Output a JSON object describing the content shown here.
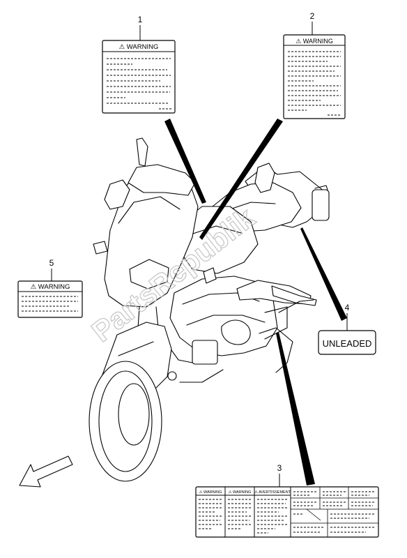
{
  "callouts": {
    "c1": "1",
    "c2": "2",
    "c3": "3",
    "c4": "4",
    "c5": "5"
  },
  "labels": {
    "warning_1": "⚠ WARNING",
    "warning_2": "⚠ WARNING",
    "warning_5": "⚠ WARNING",
    "unleaded": "UNLEADED",
    "label3_warning_1": "⚠ WARNING",
    "label3_warning_2": "⚠ WARNING",
    "label3_avertissement": "⚠ AVERTISSEMENT"
  },
  "watermark": "PartsRepublik",
  "icons": {
    "warning": "triangle-exclamation",
    "direction": "arrow-down-left"
  }
}
